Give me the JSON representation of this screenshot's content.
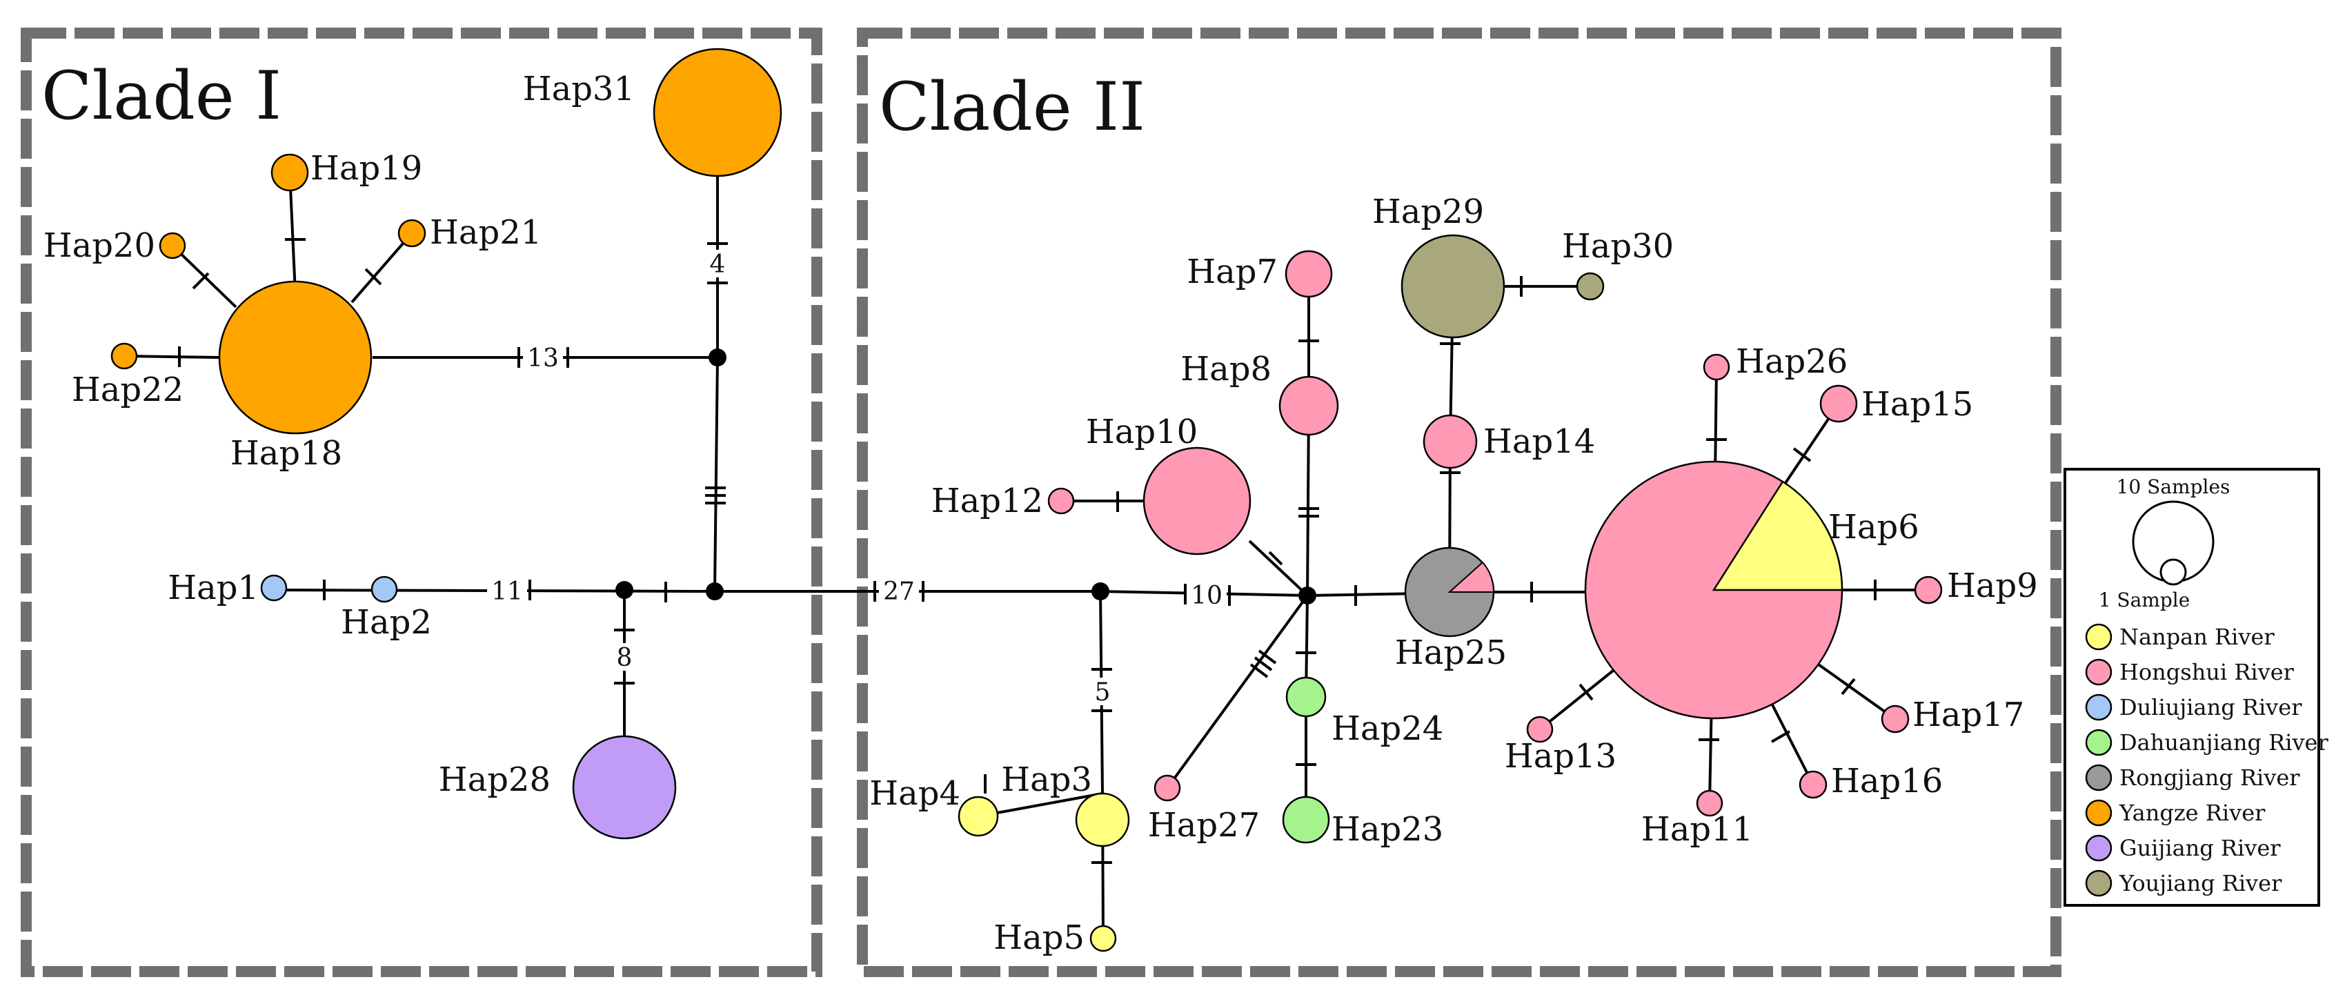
{
  "clades": [
    {
      "title": "Clade I"
    },
    {
      "title": "Clade II"
    }
  ],
  "rivers": [
    {
      "name": "Nanpan River",
      "color": "#FFFF80"
    },
    {
      "name": "Hongshui River",
      "color": "#FF99B4"
    },
    {
      "name": "Duliujiang River",
      "color": "#A4C8F5"
    },
    {
      "name": "Dahuanjiang River",
      "color": "#A5F38C"
    },
    {
      "name": "Rongjiang River",
      "color": "#999999"
    },
    {
      "name": "Yangze River",
      "color": "#FFA500"
    },
    {
      "name": "Guijiang River",
      "color": "#C09CF6"
    },
    {
      "name": "Youjiang River",
      "color": "#A8A87C"
    }
  ],
  "legend": {
    "size_large_label": "10 Samples",
    "size_small_label": "1 Sample"
  },
  "haplotypes": [
    {
      "id": "Hap1",
      "label": "Hap1",
      "river": "Duliujiang River"
    },
    {
      "id": "Hap2",
      "label": "Hap2",
      "river": "Duliujiang River"
    },
    {
      "id": "Hap3",
      "label": "Hap3",
      "river": "Nanpan River"
    },
    {
      "id": "Hap4",
      "label": "Hap4",
      "river": "Nanpan River"
    },
    {
      "id": "Hap5",
      "label": "Hap5",
      "river": "Nanpan River"
    },
    {
      "id": "Hap6",
      "label": "Hap6",
      "river": "Nanpan River"
    },
    {
      "id": "Hap7",
      "label": "Hap7",
      "river": "Hongshui River"
    },
    {
      "id": "Hap8",
      "label": "Hap8",
      "river": "Hongshui River"
    },
    {
      "id": "Hap9",
      "label": "Hap9",
      "river": "Hongshui River"
    },
    {
      "id": "Hap10",
      "label": "Hap10",
      "river": "Hongshui River"
    },
    {
      "id": "Hap11",
      "label": "Hap11",
      "river": "Hongshui River"
    },
    {
      "id": "Hap12",
      "label": "Hap12",
      "river": "Hongshui River"
    },
    {
      "id": "Hap13",
      "label": "Hap13",
      "river": "Hongshui River"
    },
    {
      "id": "Hap14",
      "label": "Hap14",
      "river": "Hongshui River"
    },
    {
      "id": "Hap15",
      "label": "Hap15",
      "river": "Hongshui River"
    },
    {
      "id": "Hap16",
      "label": "Hap16",
      "river": "Hongshui River"
    },
    {
      "id": "Hap17",
      "label": "Hap17",
      "river": "Hongshui River"
    },
    {
      "id": "Hap18",
      "label": "Hap18",
      "river": "Yangze River"
    },
    {
      "id": "Hap19",
      "label": "Hap19",
      "river": "Yangze River"
    },
    {
      "id": "Hap20",
      "label": "Hap20",
      "river": "Yangze River"
    },
    {
      "id": "Hap21",
      "label": "Hap21",
      "river": "Yangze River"
    },
    {
      "id": "Hap22",
      "label": "Hap22",
      "river": "Yangze River"
    },
    {
      "id": "Hap23",
      "label": "Hap23",
      "river": "Dahuanjiang River"
    },
    {
      "id": "Hap24",
      "label": "Hap24",
      "river": "Dahuanjiang River"
    },
    {
      "id": "Hap25",
      "label": "Hap25",
      "river": "Rongjiang River"
    },
    {
      "id": "Hap26",
      "label": "Hap26",
      "river": "Hongshui River"
    },
    {
      "id": "Hap27",
      "label": "Hap27",
      "river": "Hongshui River"
    },
    {
      "id": "Hap28",
      "label": "Hap28",
      "river": "Guijiang River"
    },
    {
      "id": "Hap29",
      "label": "Hap29",
      "river": "Youjiang River"
    },
    {
      "id": "Hap30",
      "label": "Hap30",
      "river": "Youjiang River"
    },
    {
      "id": "Hap31",
      "label": "Hap31",
      "river": "Yangze River"
    }
  ],
  "mutation_labels": [
    "4",
    "13",
    "11",
    "8",
    "27",
    "10",
    "5"
  ]
}
